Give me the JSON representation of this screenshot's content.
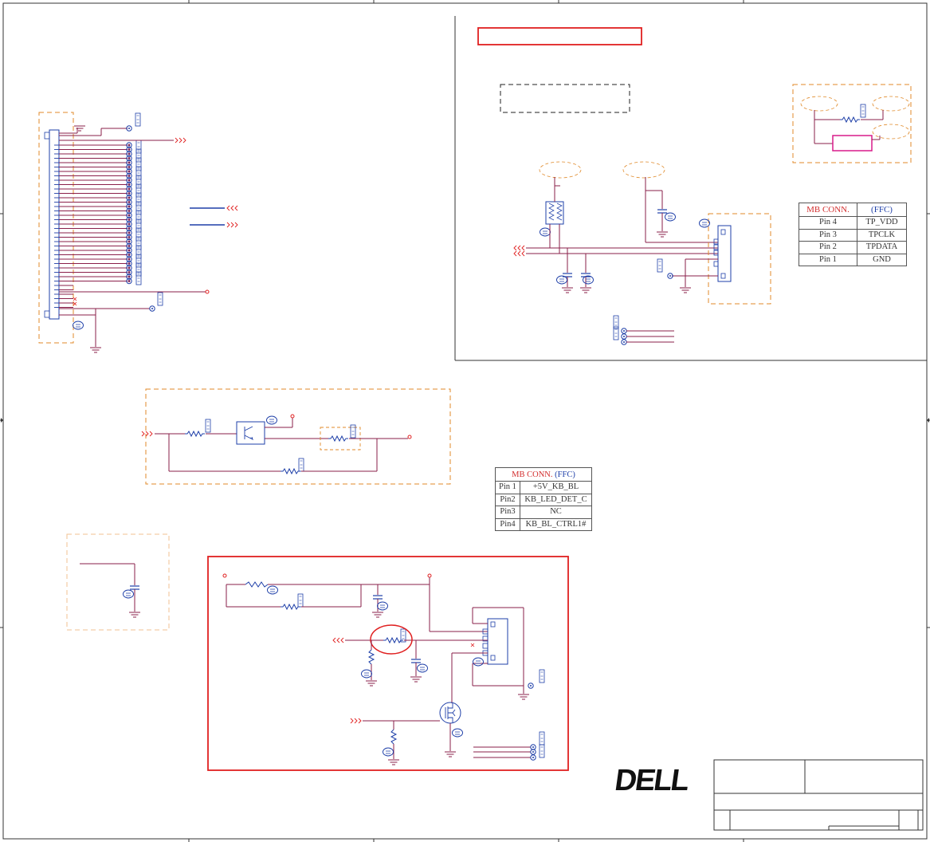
{
  "colors": {
    "wire": "#8a1f4a",
    "frame": "#e08a2a",
    "highlight": "#e02020",
    "component": "#1e3fa8",
    "border": "#333333"
  },
  "touchpad_table": {
    "headers": [
      "MB CONN.",
      "(FFC)"
    ],
    "rows": [
      [
        "Pin 4",
        "TP_VDD"
      ],
      [
        "Pin 3",
        "TPCLK"
      ],
      [
        "Pin 2",
        "TPDATA"
      ],
      [
        "Pin 1",
        "GND"
      ]
    ]
  },
  "keyboard_bl_table": {
    "headers": [
      "MB CONN.",
      "(FFC)"
    ],
    "rows": [
      [
        "Pin 1",
        "+5V_KB_BL"
      ],
      [
        "Pin2",
        "KB_LED_DET_C"
      ],
      [
        "Pin3",
        "NC"
      ],
      [
        "Pin4",
        "KB_BL_CTRL1#"
      ]
    ]
  },
  "title_block": {
    "logo": "DELL"
  }
}
